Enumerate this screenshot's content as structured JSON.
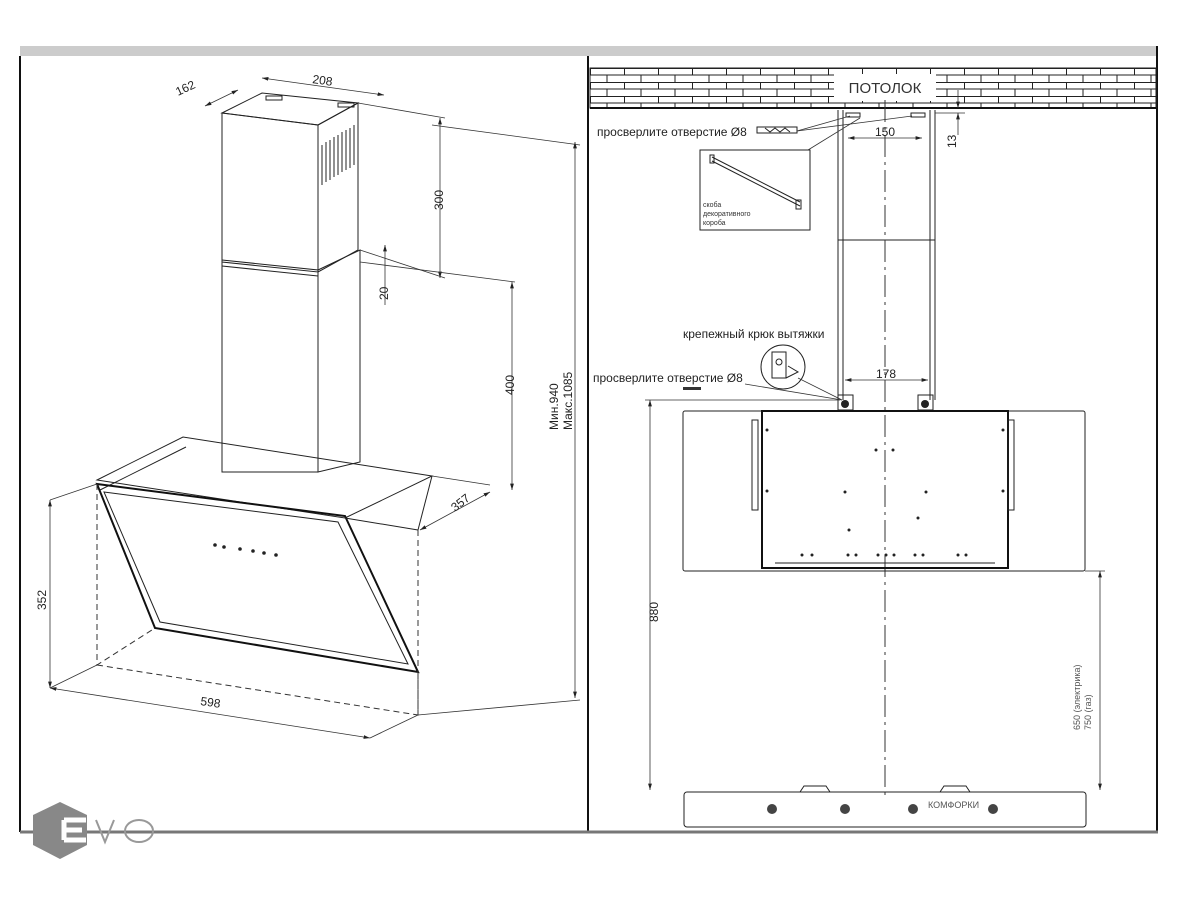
{
  "left_view": {
    "dims": {
      "chimney_depth": "162",
      "chimney_width": "208",
      "upper_height": "300",
      "overlap": "20",
      "lower_height": "400",
      "min_height": "Мин.940",
      "max_height": "Макс.1085",
      "hood_depth": "357",
      "glass_height": "352",
      "width": "598"
    }
  },
  "right_view": {
    "ceiling_label": "ПОТОЛОК",
    "drill_top_label": "просверлите отверстие Ø8",
    "bracket_spacing": "150",
    "ceiling_offset": "13",
    "bracket_caption": [
      "скоба",
      "декоративного",
      "короба"
    ],
    "hook_label": "крепежный крюк вытяжки",
    "drill_bottom_label": "просверлите отверстие Ø8",
    "hook_spacing": "178",
    "height_to_hob": "880",
    "hob_distance_electric": "650 (электрика)",
    "hob_distance_gas": "750 (газ)",
    "hob_label": "КОМФОРКИ"
  },
  "logo": {
    "text": "EVO"
  }
}
